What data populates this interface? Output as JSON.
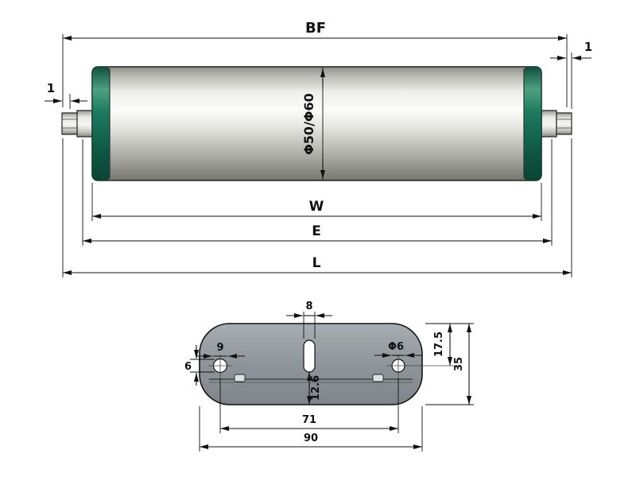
{
  "roller_view": {
    "dims": {
      "bf": "BF",
      "left_gap": "1",
      "right_gap": "1",
      "diameter": "Φ50/Φ60",
      "w": "W",
      "e": "E",
      "l": "L"
    },
    "colors": {
      "cap_green": "#1d7a5e",
      "tube_highlight": "#fcfcfa",
      "tube_shadow": "#77776f",
      "shaft_gray": "#d6d6d2",
      "line": "#111111"
    }
  },
  "bracket_view": {
    "dims": {
      "slot_width": "8",
      "left_hole_width": "9",
      "left_hole_height": "6",
      "right_hole_dia": "Φ6",
      "top_to_hole": "17.5",
      "height": "35",
      "slot_to_bottom": "12.6",
      "hole_spacing": "71",
      "width": "90"
    },
    "colors": {
      "body_gray": "#8f959a"
    }
  }
}
